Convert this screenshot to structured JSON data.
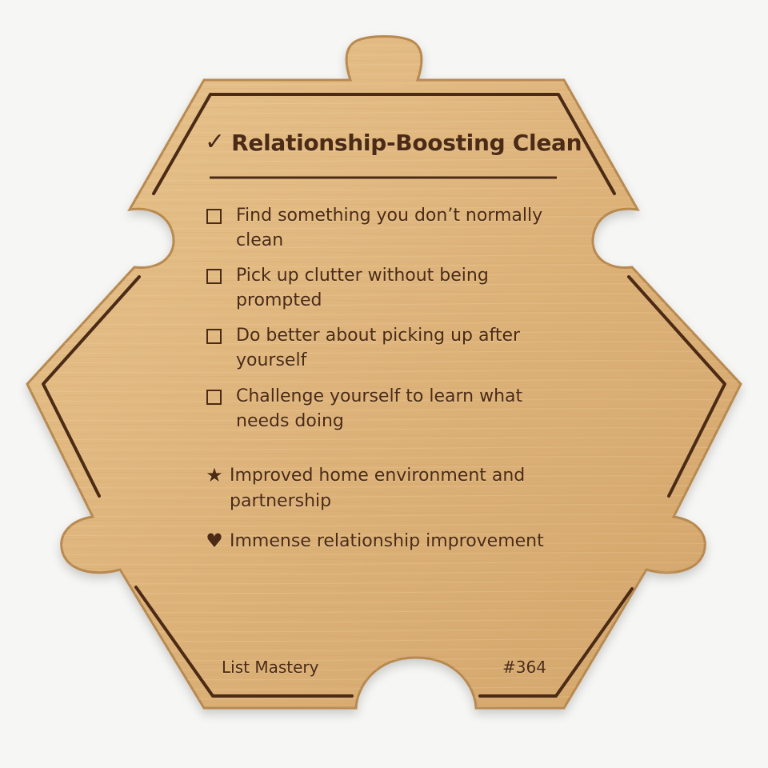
{
  "card": {
    "title_check": "✓",
    "title": "Relationship-Boosting Clean",
    "tasks": [
      {
        "label": "Find something you don’t normally clean",
        "checked": false
      },
      {
        "label": "Pick up clutter without being prompted",
        "checked": false
      },
      {
        "label": "Do better about picking up after yourself",
        "checked": false
      },
      {
        "label": "Challenge yourself to learn what needs doing",
        "checked": false
      }
    ],
    "benefits": [
      {
        "icon": "star-icon",
        "glyph": "★",
        "label": "Improved home environment and partnership"
      },
      {
        "icon": "heart-icon",
        "glyph": "♥",
        "label": "Immense relationship improvement"
      }
    ],
    "footer": {
      "brand": "List Mastery",
      "number": "#364"
    }
  },
  "colors": {
    "wood_light": "#e3bd86",
    "wood_mid": "#d8ad73",
    "wood_edge": "#b8894f",
    "engraving": "#4b2a16",
    "background": "#f6f6f5"
  }
}
